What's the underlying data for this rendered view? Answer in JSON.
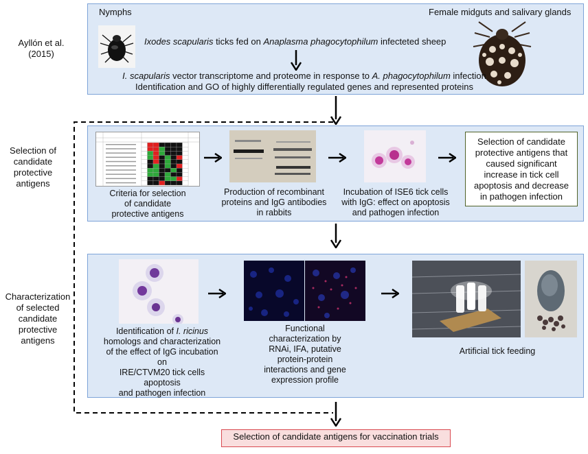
{
  "side_labels": {
    "reference": "Ayllón et al.\n(2015)",
    "selection": "Selection of\ncandidate\nprotective\nantigens",
    "characterization": "Characterization\nof selected\ncandidate\nprotective\nantigens"
  },
  "top_panel": {
    "nymphs_label": "Nymphs",
    "female_label": "Female midguts and salivary glands",
    "fed_line_a": "Ixodes scapularis",
    "fed_line_b": " ticks fed on ",
    "fed_line_c": "Anaplasma phagocytophilum",
    "fed_line_d": " infecteted sheep",
    "transcriptome_a": "I. scapularis",
    "transcriptome_b": " vector transcriptome and proteome in response to ",
    "transcriptome_c": "A. phagocytophilum",
    "transcriptome_d": " infection",
    "go_line": "Identification and GO of highly differentially regulated genes and represented proteins"
  },
  "middle_panel": {
    "criteria_caption": "Criteria for selection\nof candidate\nprotective antigens",
    "production_caption": "Production of recombinant\nproteins and IgG antibodies\nin rabbits",
    "incubation_caption": "Incubation of ISE6 tick cells\nwith IgG: effect on apoptosis\nand pathogen infection",
    "selection_box": "Selection of candidate protective antigens that caused significant increase in tick cell apoptosis and decrease in pathogen infection"
  },
  "bottom_panel": {
    "identification_a": "Identification of ",
    "identification_b": "I. ricinus",
    "identification_c": "homologs and characterization\nof the effect of IgG incubation on\nIRE/CTVM20 tick cells apoptosis\nand pathogen infection",
    "functional_caption": "Functional\ncharacterization by\nRNAi, IFA, putative\nprotein-protein\ninteractions and gene\nexpression profile",
    "feeding_caption": "Artificial tick feeding"
  },
  "final_box": "Selection of candidate antigens for vaccination trials",
  "colors": {
    "panel_fill": "#dde8f6",
    "panel_border": "#7da3d8",
    "final_fill": "#f9dede",
    "final_border": "#d9484f",
    "selection_border": "#4f6228"
  }
}
